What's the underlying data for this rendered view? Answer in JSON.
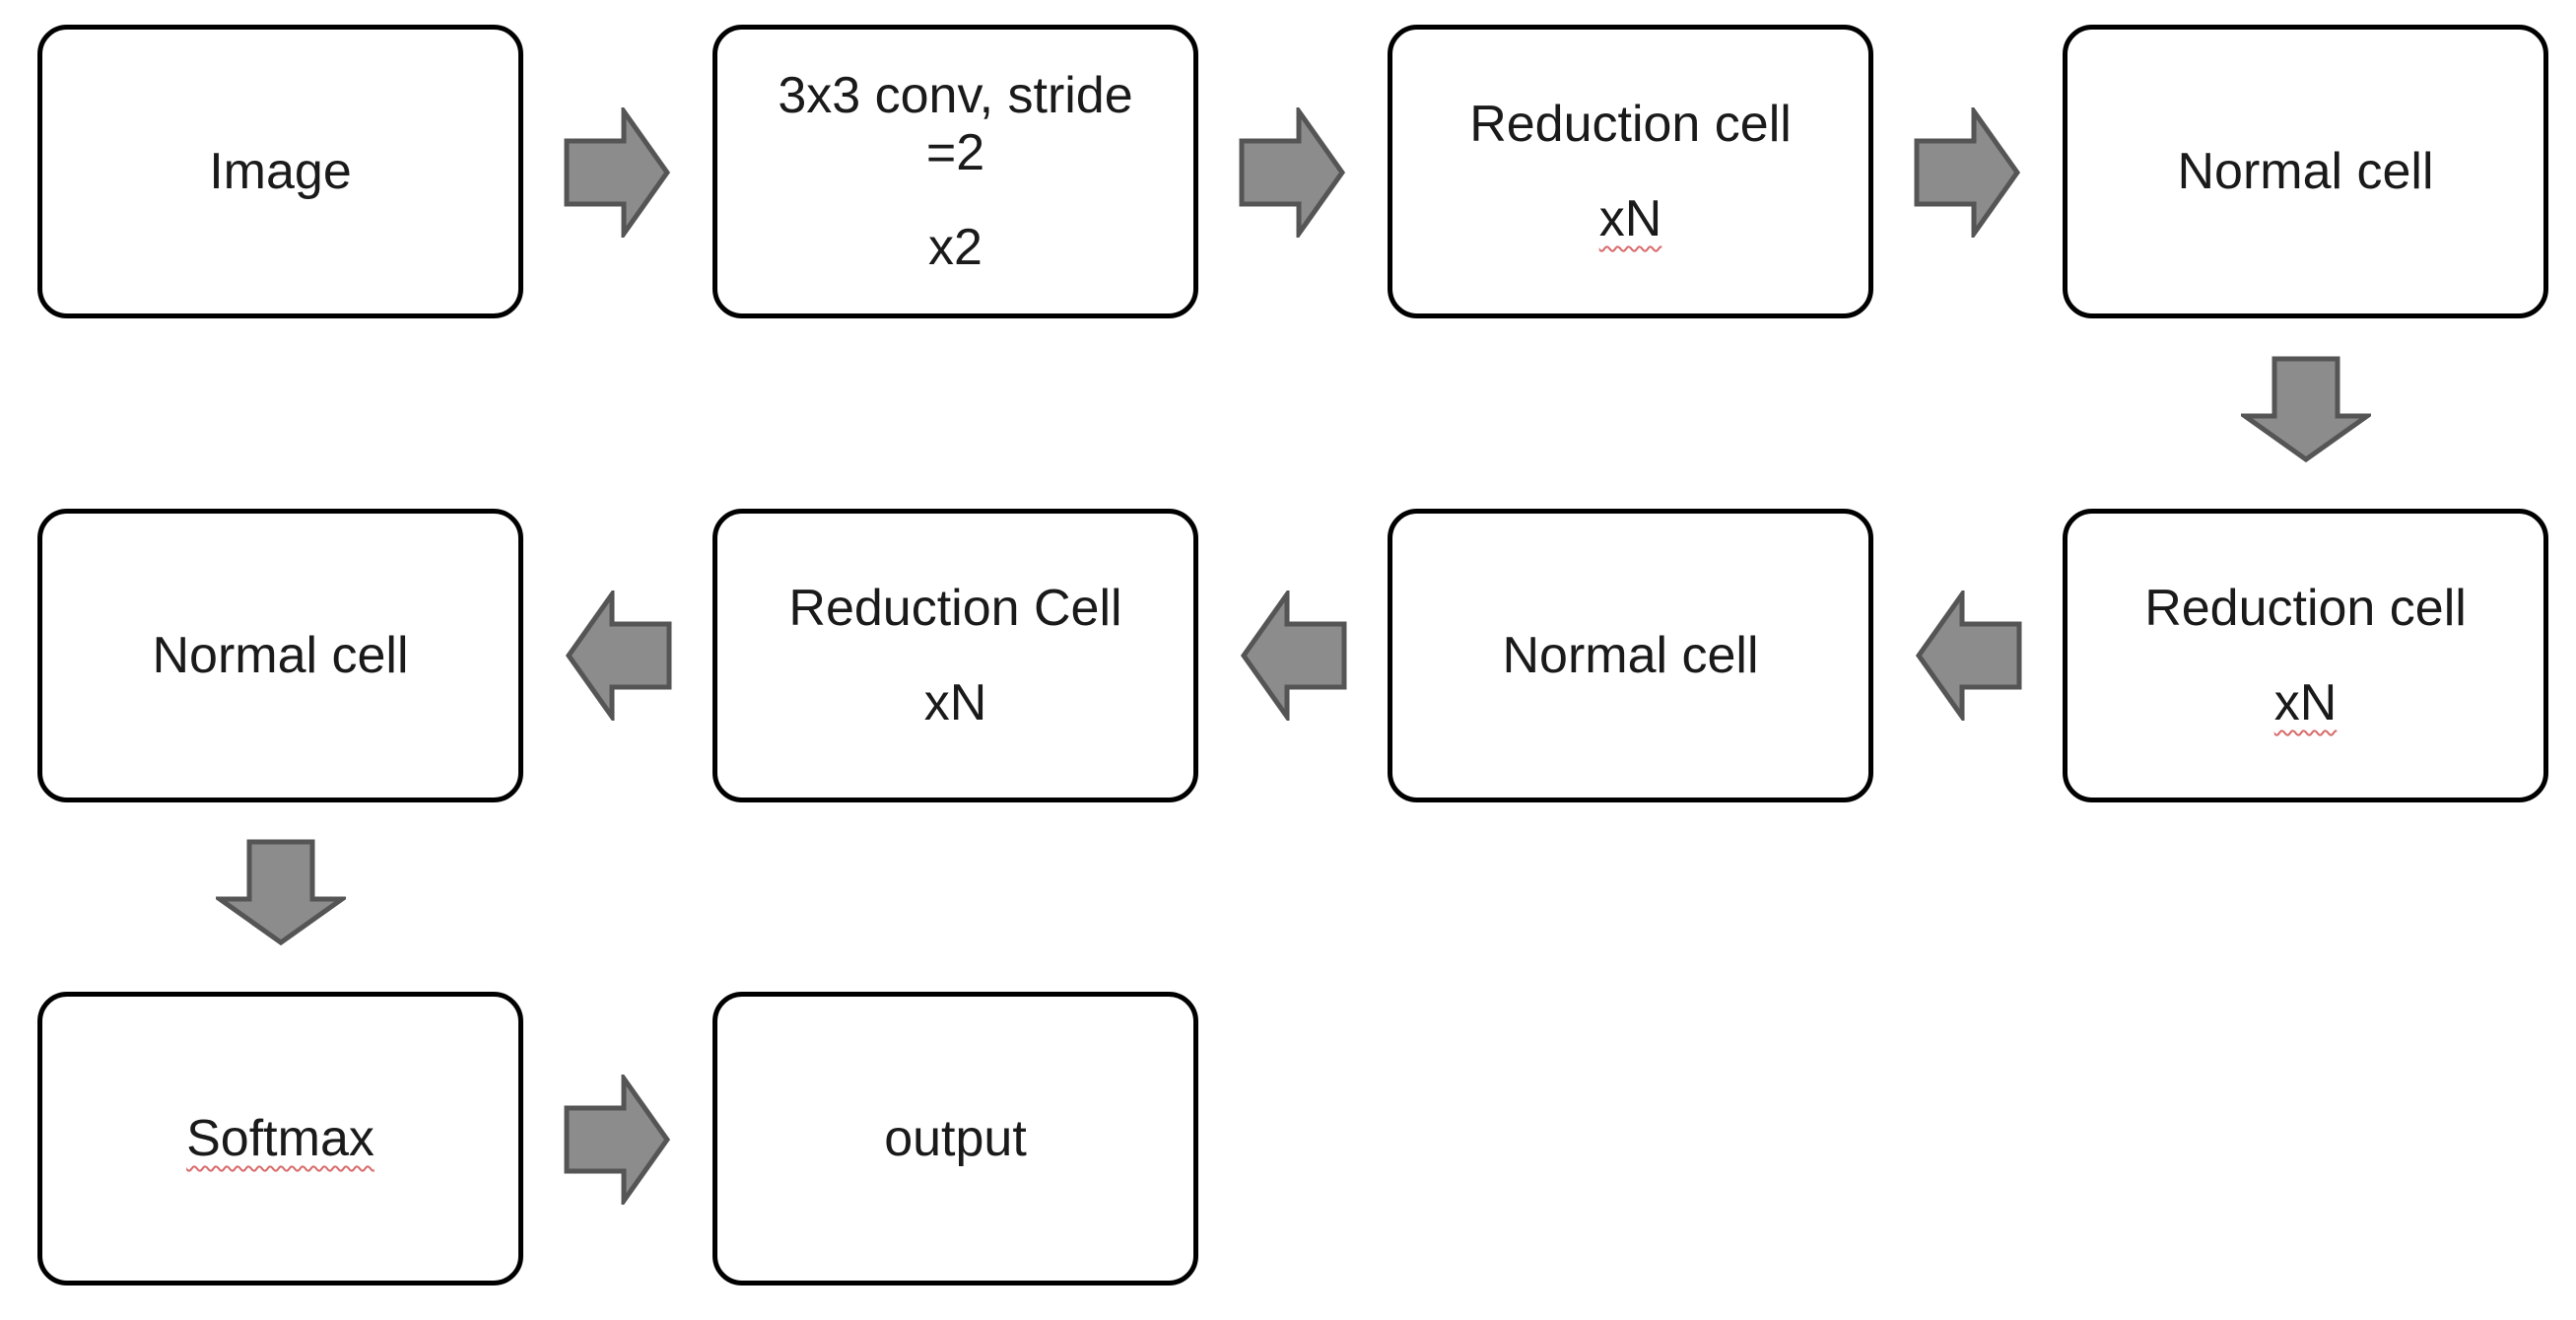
{
  "diagram": {
    "nodes": [
      {
        "id": "image",
        "lines": [
          "Image"
        ]
      },
      {
        "id": "conv",
        "lines": [
          "3x3 conv, stride",
          "=2",
          "x2"
        ]
      },
      {
        "id": "reduction1",
        "lines": [
          "Reduction cell",
          "xN"
        ]
      },
      {
        "id": "normal1",
        "lines": [
          "Normal cell"
        ]
      },
      {
        "id": "reduction2",
        "lines": [
          "Reduction cell",
          "xN"
        ]
      },
      {
        "id": "normal2",
        "lines": [
          "Normal cell"
        ]
      },
      {
        "id": "reduction3",
        "lines": [
          "Reduction Cell",
          "xN"
        ]
      },
      {
        "id": "normal3",
        "lines": [
          "Normal cell"
        ]
      },
      {
        "id": "softmax",
        "lines": [
          "Softmax"
        ]
      },
      {
        "id": "output",
        "lines": [
          "output"
        ]
      }
    ],
    "edges": [
      {
        "from": "image",
        "to": "conv",
        "direction": "right"
      },
      {
        "from": "conv",
        "to": "reduction1",
        "direction": "right"
      },
      {
        "from": "reduction1",
        "to": "normal1",
        "direction": "right"
      },
      {
        "from": "normal1",
        "to": "reduction2",
        "direction": "down"
      },
      {
        "from": "reduction2",
        "to": "normal2",
        "direction": "left"
      },
      {
        "from": "normal2",
        "to": "reduction3",
        "direction": "left"
      },
      {
        "from": "reduction3",
        "to": "normal3",
        "direction": "left"
      },
      {
        "from": "normal3",
        "to": "softmax",
        "direction": "down"
      },
      {
        "from": "softmax",
        "to": "output",
        "direction": "right"
      }
    ],
    "colors": {
      "box_border": "#000000",
      "arrow_fill": "#8c8c8c",
      "arrow_stroke": "#555555",
      "text": "#1a1a1a",
      "spellcheck_underline": "#d86a6a"
    }
  }
}
